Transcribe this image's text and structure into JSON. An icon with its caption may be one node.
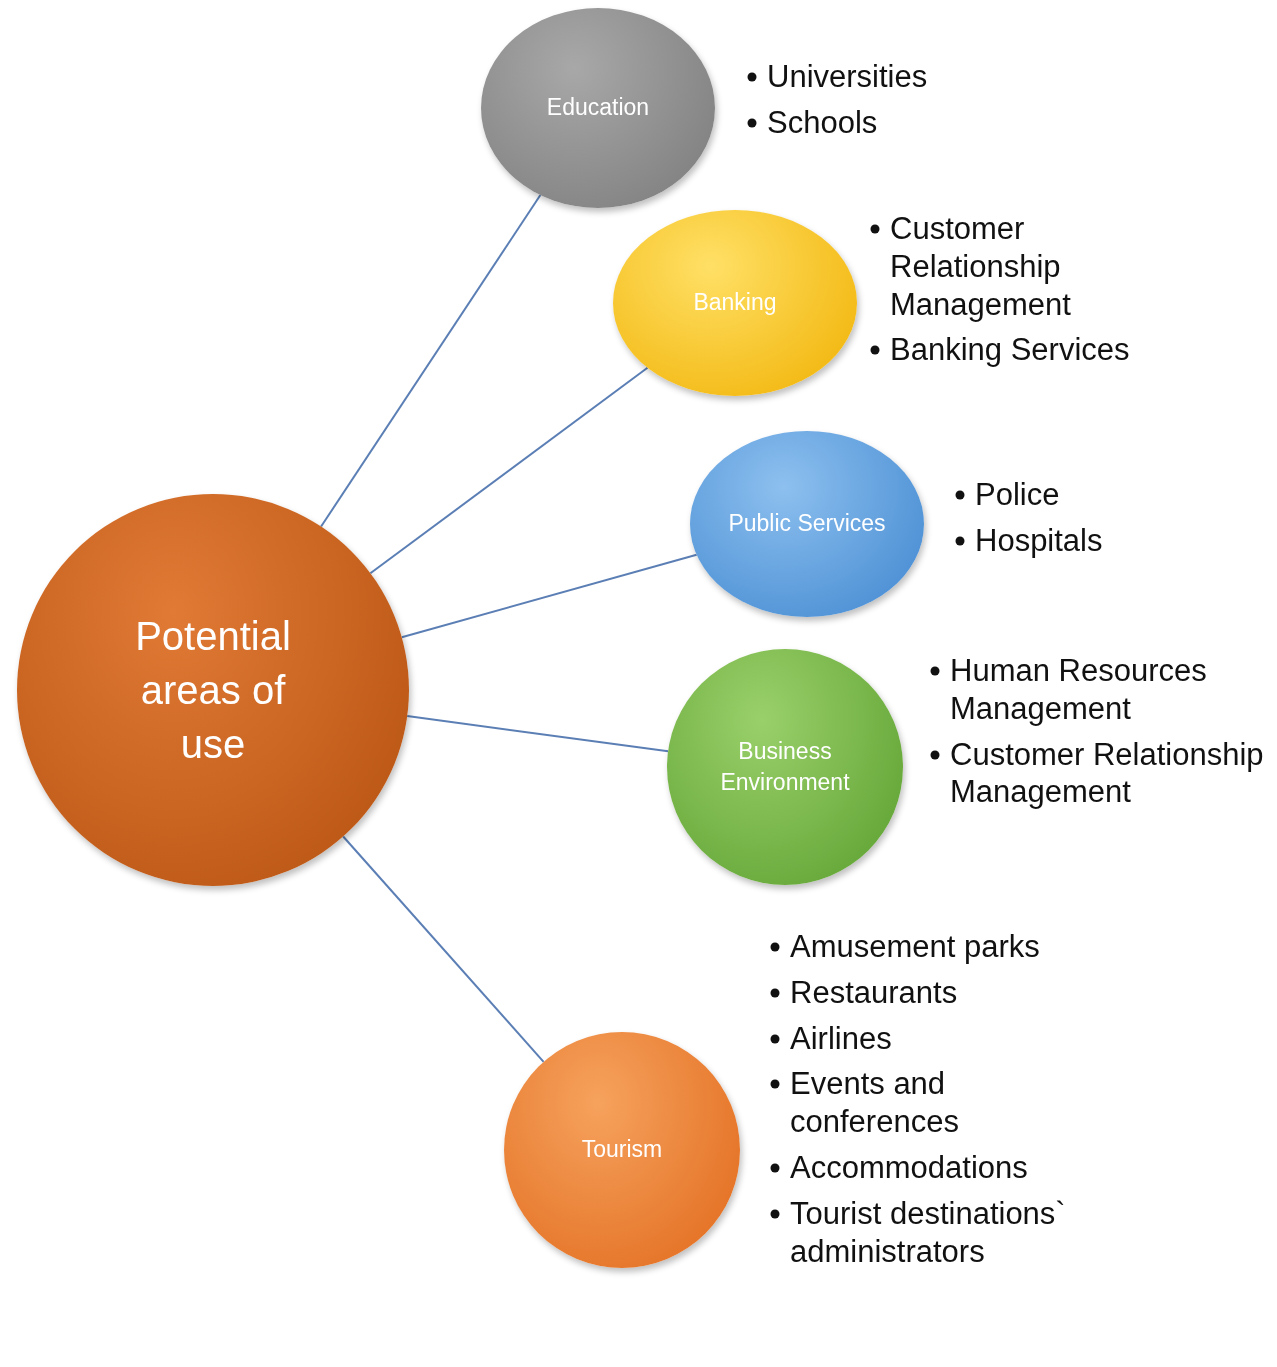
{
  "diagram": {
    "nodes": [
      {
        "text": [
          "Potential areas of use"
        ]
      },
      {
        "text": [
          "Education"
        ],
        "beside": [
          "Universities",
          "Schools"
        ]
      },
      {
        "text": [
          "Banking"
        ],
        "beside": [
          "Customer Relationship Management",
          "Banking Services"
        ]
      },
      {
        "text": [
          "Public Services"
        ],
        "beside": [
          "Police",
          "Hospitals"
        ]
      },
      {
        "text": [
          "Business Environment"
        ],
        "beside": [
          "Human Resources Management",
          "Customer Relationship Management"
        ]
      },
      {
        "text": [
          "Tourism"
        ],
        "beside": [
          "Amusement parks",
          "Restaurants",
          "Airlines",
          "Events and conferences",
          "Accommodations",
          "Tourist destinations` administrators"
        ]
      }
    ],
    "edges": [
      {
        "from": 0,
        "to": 1,
        "arrow": "none"
      },
      {
        "from": 0,
        "to": 2,
        "arrow": "none"
      },
      {
        "from": 0,
        "to": 3,
        "arrow": "none"
      },
      {
        "from": 0,
        "to": 4,
        "arrow": "none"
      },
      {
        "from": 0,
        "to": 5,
        "arrow": "none"
      }
    ]
  }
}
